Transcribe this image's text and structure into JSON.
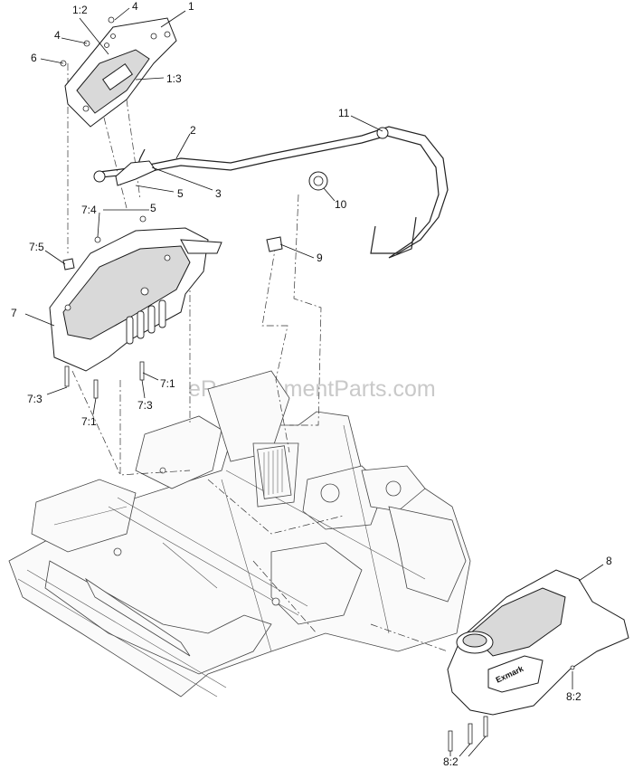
{
  "watermark": "eReplacementParts.com",
  "brand_logo": "Exmark",
  "callouts": [
    {
      "id": "c-1",
      "text": "1"
    },
    {
      "id": "c-4a",
      "text": "4"
    },
    {
      "id": "c-12",
      "text": "1:2"
    },
    {
      "id": "c-4b",
      "text": "4"
    },
    {
      "id": "c-6",
      "text": "6"
    },
    {
      "id": "c-13",
      "text": "1:3"
    },
    {
      "id": "c-11",
      "text": "11"
    },
    {
      "id": "c-2",
      "text": "2"
    },
    {
      "id": "c-3",
      "text": "3"
    },
    {
      "id": "c-5a",
      "text": "5"
    },
    {
      "id": "c-10",
      "text": "10"
    },
    {
      "id": "c-74",
      "text": "7:4"
    },
    {
      "id": "c-5b",
      "text": "5"
    },
    {
      "id": "c-75",
      "text": "7:5"
    },
    {
      "id": "c-9",
      "text": "9"
    },
    {
      "id": "c-7",
      "text": "7"
    },
    {
      "id": "c-71a",
      "text": "7:1"
    },
    {
      "id": "c-73a",
      "text": "7:3"
    },
    {
      "id": "c-73b",
      "text": "7:3"
    },
    {
      "id": "c-71b",
      "text": "7:1"
    },
    {
      "id": "c-8",
      "text": "8"
    },
    {
      "id": "c-82a",
      "text": "8:2"
    },
    {
      "id": "c-82b",
      "text": "8:2"
    }
  ]
}
